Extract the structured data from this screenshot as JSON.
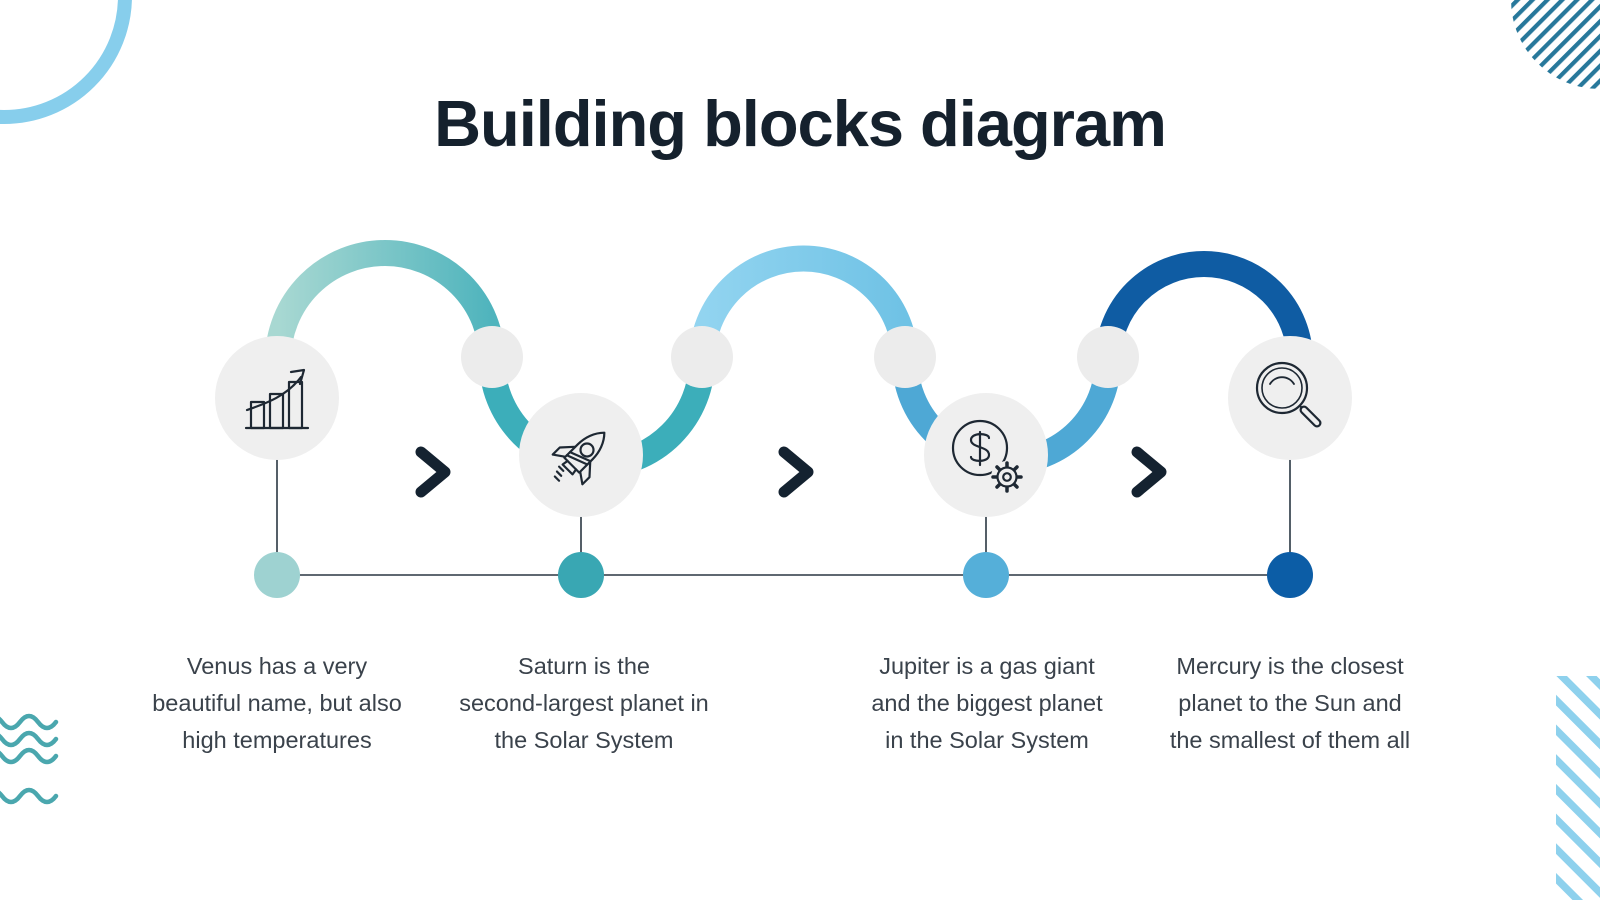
{
  "slide": {
    "title": "Building blocks diagram"
  },
  "steps": [
    {
      "icon": "growth-chart-icon",
      "node_color": "#9ed2d1",
      "description": "Venus has a very\nbeautiful name, but also\nhigh temperatures"
    },
    {
      "icon": "rocket-icon",
      "node_color": "#39a7b3",
      "description": "Saturn is the\nsecond-largest planet in\nthe Solar System"
    },
    {
      "icon": "dollar-gear-icon",
      "node_color": "#55afd9",
      "description": "Jupiter is a gas giant\nand the biggest planet\nin the Solar System"
    },
    {
      "icon": "magnifier-icon",
      "node_color": "#0c5da6",
      "description": "Mercury is the closest\nplanet to the Sun and\nthe smallest of them all"
    }
  ],
  "colors": {
    "title_text": "#15212d",
    "body_text": "#3a424b",
    "chevron": "#142230",
    "icon_stroke": "#1e2833",
    "connector_line": "#2a3742",
    "node_circle_bg": "#efefef",
    "joint_circle_bg": "#ececec",
    "wave": {
      "seg1_start": "#a8d8d2",
      "seg1_end": "#4fb4bd",
      "seg2": "#3caeba",
      "seg3_start": "#92d4f0",
      "seg3_end": "#6fc2e5",
      "seg4": "#4ea8d5",
      "seg5": "#0f5ca3"
    },
    "decor": {
      "top_left_ring": "#87ceec",
      "top_right_stripes": "#27789b",
      "bottom_left_waves": "#4aa7ae",
      "bottom_right_stripes": "#8ed1ed"
    }
  }
}
